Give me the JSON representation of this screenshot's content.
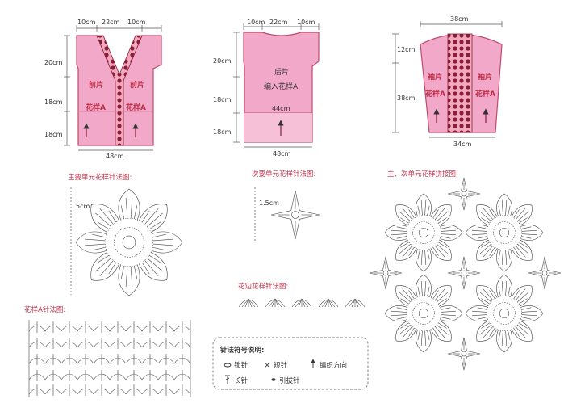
{
  "front": {
    "top_dims": [
      "10cm",
      "22cm",
      "10cm"
    ],
    "side_dims": [
      "20cm",
      "18cm",
      "18cm"
    ],
    "left_label": [
      "前片",
      "花样A"
    ],
    "right_label": [
      "前片",
      "花样A"
    ],
    "bottom_dim": "48cm"
  },
  "back": {
    "top_dims": [
      "10cm",
      "22cm",
      "10cm"
    ],
    "side_dims": [
      "20cm",
      "18cm",
      "18cm"
    ],
    "label1": "后片",
    "label2": "编入花样A",
    "waist_dim": "44cm",
    "bottom_dim": "48cm"
  },
  "sleeve": {
    "top_dim": "38cm",
    "side_dims": [
      "12cm",
      "38cm"
    ],
    "left_label": [
      "袖片",
      "花样A"
    ],
    "right_label": [
      "袖片",
      "花样A"
    ],
    "bottom_dim": "34cm"
  },
  "main_motif": {
    "title": "主要单元花样针法图:",
    "size": "5cm"
  },
  "sub_motif": {
    "title": "次要单元花样针法图:",
    "size": "1.5cm"
  },
  "join": {
    "title": "主、次单元花样拼接图:"
  },
  "edging": {
    "title": "花边花样针法图:"
  },
  "patternA": {
    "title": "花样A针法图:"
  },
  "legend": {
    "title": "针法符号说明:",
    "chain": "锁针",
    "sc": "短针",
    "direction": "编织方向",
    "dc": "长针",
    "slip": "引拔针"
  }
}
